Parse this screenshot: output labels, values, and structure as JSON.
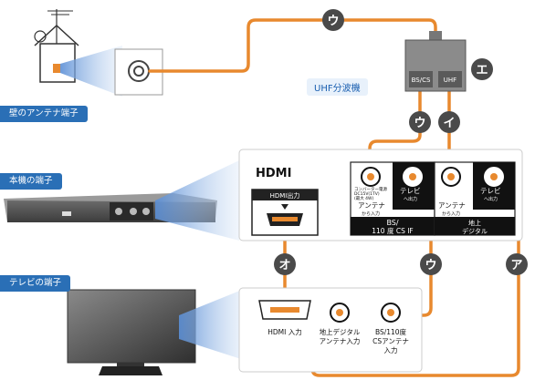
{
  "sections": {
    "wall_terminal": "壁のアンテナ端子",
    "device_terminal": "本機の端子",
    "tv_terminal": "テレビの端子"
  },
  "splitter": {
    "label": "UHF分波機",
    "port_bs": "BS/CS",
    "port_uhf": "UHF"
  },
  "markers": {
    "a": "ア",
    "i": "イ",
    "u": "ウ",
    "e": "エ",
    "o": "オ"
  },
  "device_panel": {
    "hdmi_logo": "HDMI",
    "hdmi_out": "HDMI出力",
    "converter_note_1": "コンバーター電源",
    "converter_note_2": "DC15V(1TV)",
    "converter_note_3": "(最大 4W)",
    "bs_antenna_in": "アンテナ",
    "bs_antenna_in_sub": "から入力",
    "bs_tv_out": "テレビ",
    "bs_tv_out_sub": "へ出力",
    "bs_group_1": "BS/",
    "bs_group_2": "110 度 CS IF",
    "terr_antenna_in": "アンテナ",
    "terr_antenna_in_sub": "から入力",
    "terr_tv_out": "テレビ",
    "terr_tv_out_sub": "へ出力",
    "terr_group_1": "地上",
    "terr_group_2": "デジタル"
  },
  "tv_panel": {
    "hdmi_in": "HDMI 入力",
    "terr_in_1": "地上デジタル",
    "terr_in_2": "アンテナ入力",
    "bs_in_1": "BS/110度",
    "bs_in_2": "CSアンテナ",
    "bs_in_3": "入力"
  },
  "colors": {
    "cable": "#e8892e",
    "marker": "#4a4a4a",
    "label_bg": "#2a6fb6"
  }
}
